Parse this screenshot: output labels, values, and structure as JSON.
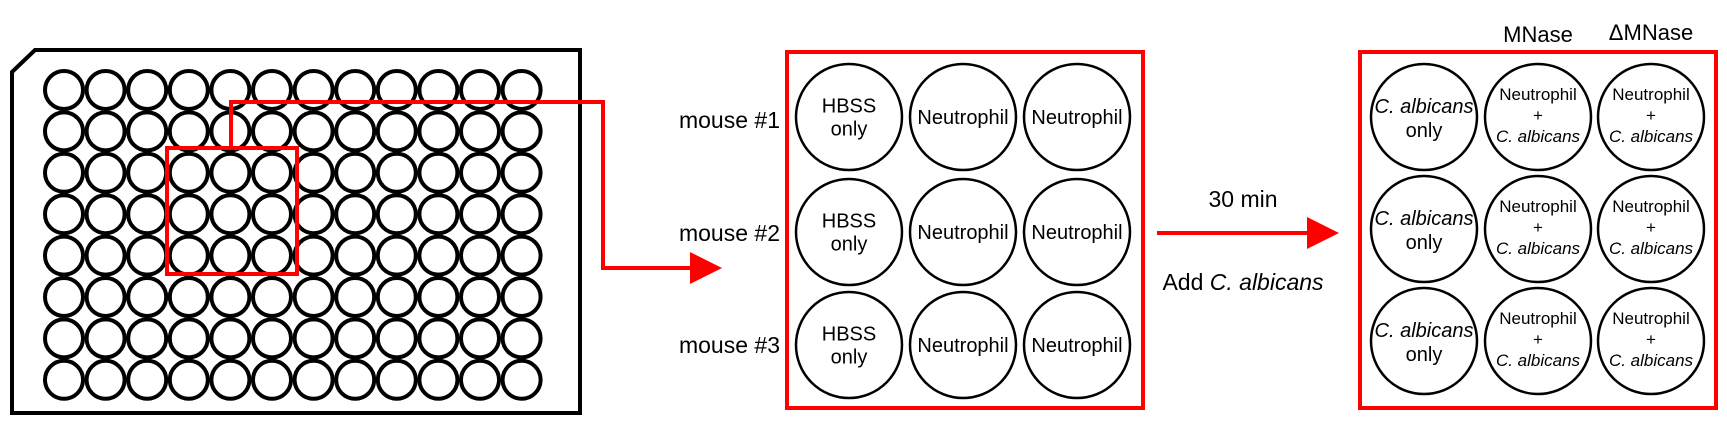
{
  "colors": {
    "highlight": "#ff0000",
    "stroke": "#000000",
    "background": "#ffffff"
  },
  "plate": {
    "rows": 8,
    "cols": 12,
    "selection": {
      "rows": [
        3,
        4,
        5
      ],
      "cols": [
        4,
        5,
        6
      ]
    }
  },
  "mouse_labels": [
    "mouse #1",
    "mouse #2",
    "mouse #3"
  ],
  "middle_grid": [
    [
      [
        "HBSS",
        "only"
      ],
      [
        "Neutrophil"
      ],
      [
        "Neutrophil"
      ]
    ],
    [
      [
        "HBSS",
        "only"
      ],
      [
        "Neutrophil"
      ],
      [
        "Neutrophil"
      ]
    ],
    [
      [
        "HBSS",
        "only"
      ],
      [
        "Neutrophil"
      ],
      [
        "Neutrophil"
      ]
    ]
  ],
  "step": {
    "time": "30 min",
    "action_prefix": "Add ",
    "action_organism": "C. albicans"
  },
  "column_headers": [
    "MNase",
    "ΔMNase"
  ],
  "right_cells": {
    "control": {
      "organism": "C. albicans",
      "suffix": "only"
    },
    "treated": {
      "line1": "Neutrophil",
      "line2": "+",
      "organism": "C. albicans"
    }
  }
}
